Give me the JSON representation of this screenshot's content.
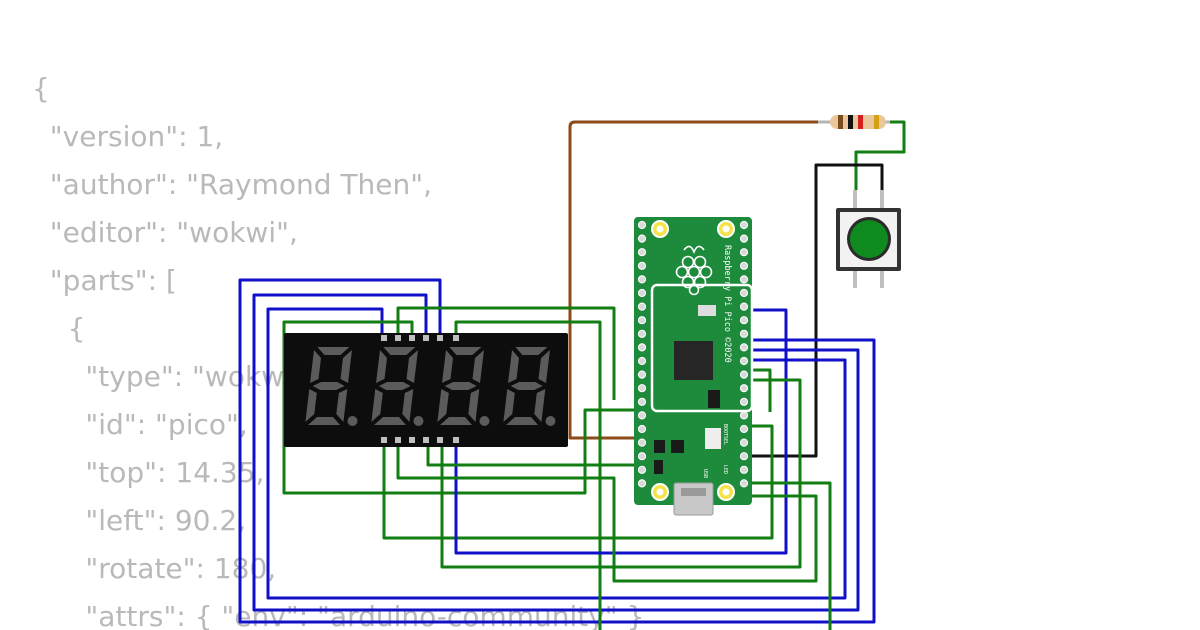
{
  "json_text": {
    "lines": [
      "{",
      "  \"version\": 1,",
      "  \"author\": \"Raymond Then\",",
      "  \"editor\": \"wokwi\",",
      "  \"parts\": [",
      "    {",
      "      \"type\": \"wokwi-pi-pico\",",
      "      \"id\": \"pico\",",
      "      \"top\": 14.35,",
      "      \"left\": 90.2,",
      "      \"rotate\": 180,",
      "      \"attrs\": { \"env\": \"arduino-community\" }"
    ]
  },
  "board": {
    "silkscreen": "Raspberry Pi Pico ©2020",
    "bootsel_label": "BOOTSEL",
    "led_label": "LED",
    "usb_label": "USB",
    "color": "#1e8a3c"
  },
  "display": {
    "digits": [
      "8.",
      "8.",
      "8.",
      "8."
    ],
    "segment_color": "#5b5b5b",
    "background": "#0d0d0d"
  },
  "button": {
    "cap_color": "#0f8a1e"
  },
  "resistor": {
    "bands": [
      "#7a4b1c",
      "#111111",
      "#d71d1d",
      "#d4a017"
    ]
  },
  "wires": {
    "green": "#127d12",
    "blue": "#1010c8",
    "brown": "#8b4a17",
    "black": "#111111"
  }
}
